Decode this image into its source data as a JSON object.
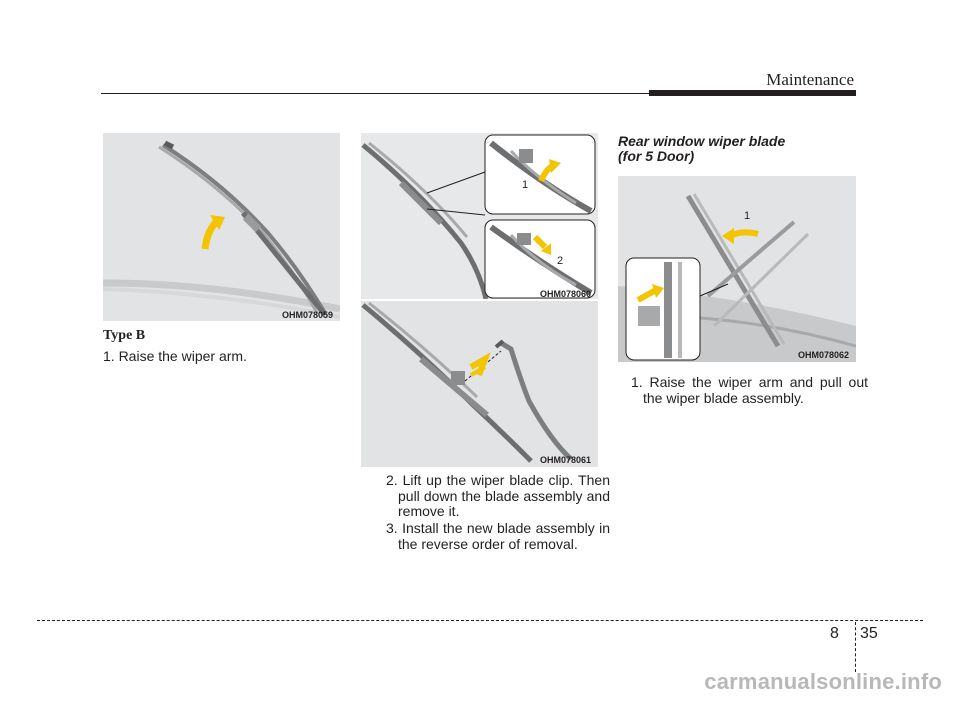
{
  "header": {
    "title": "Maintenance"
  },
  "col1": {
    "figure_code": "OHM078059",
    "heading": "Type B",
    "steps": [
      "1. Raise the wiper arm."
    ]
  },
  "col2": {
    "figure_top_code": "OHM078060",
    "callout_1": "1",
    "callout_2": "2",
    "figure_bottom_code": "OHM078061",
    "steps": [
      "2. Lift up the wiper blade clip. Then pull down the blade assembly and remove it.",
      "3. Install the new blade assembly in the reverse order of removal."
    ]
  },
  "col3": {
    "heading_line1": "Rear window wiper blade",
    "heading_line2": "(for 5 Door)",
    "callout_1": "1",
    "figure_code": "OHM078062",
    "steps": [
      "1. Raise the wiper arm and pull out the wiper blade assembly."
    ]
  },
  "footer": {
    "chapter": "8",
    "page": "35"
  },
  "watermark": "carmanualsonline.info",
  "colors": {
    "arrow": "#f5c400",
    "figure_bg": "#e2e3e4",
    "text": "#231f20"
  }
}
